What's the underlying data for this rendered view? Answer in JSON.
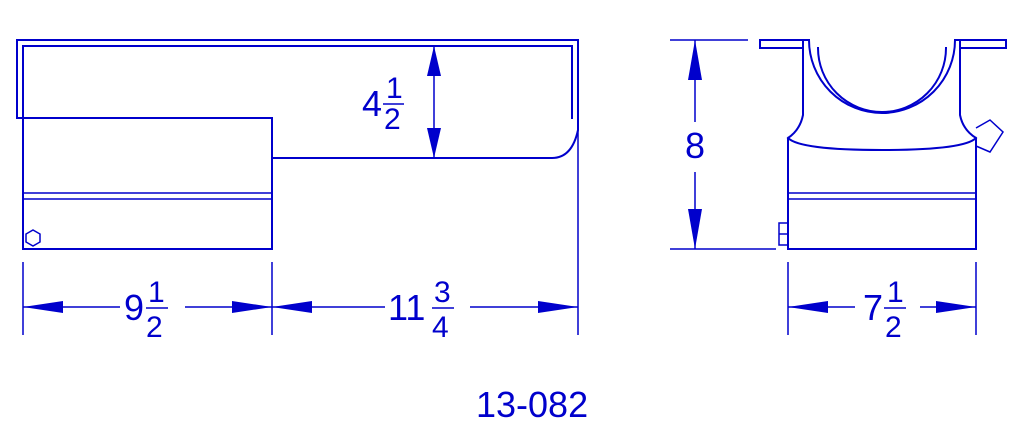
{
  "colors": {
    "line": "#0000cc",
    "background": "#ffffff"
  },
  "side_view": {
    "height_dim": {
      "whole": "4",
      "numerator": "1",
      "denominator": "2"
    },
    "front_length_dim": {
      "whole": "9",
      "numerator": "1",
      "denominator": "2"
    },
    "rear_length_dim": {
      "whole": "11",
      "numerator": "3",
      "denominator": "4"
    }
  },
  "end_view": {
    "height_dim": {
      "whole": "8"
    },
    "width_dim": {
      "whole": "7",
      "numerator": "1",
      "denominator": "2"
    }
  },
  "part_number": "13-082"
}
